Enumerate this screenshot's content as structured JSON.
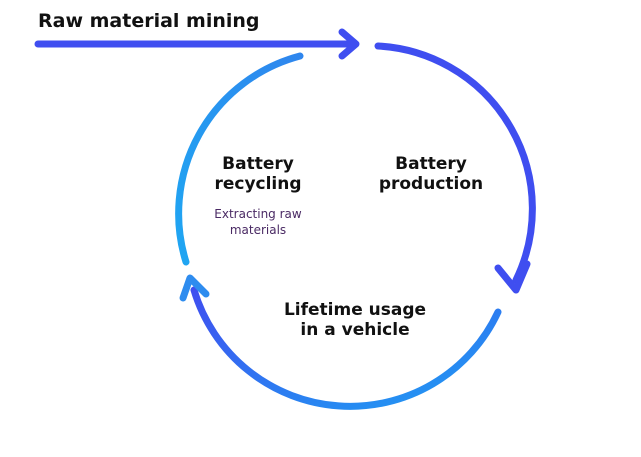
{
  "diagram": {
    "title": "Raw material mining",
    "nodes": {
      "production": {
        "lines": [
          "Battery",
          "production"
        ]
      },
      "usage": {
        "lines": [
          "Lifetime usage",
          "in a vehicle"
        ]
      },
      "recycling": {
        "lines": [
          "Battery",
          "recycling"
        ],
        "sub_lines": [
          "Extracting raw",
          "materials"
        ]
      }
    },
    "colors": {
      "arrow_blue": "#3f4ef0",
      "arrow_light_blue": "#1f9ef2",
      "text": "#111111",
      "subtext": "#4a2a64"
    }
  }
}
